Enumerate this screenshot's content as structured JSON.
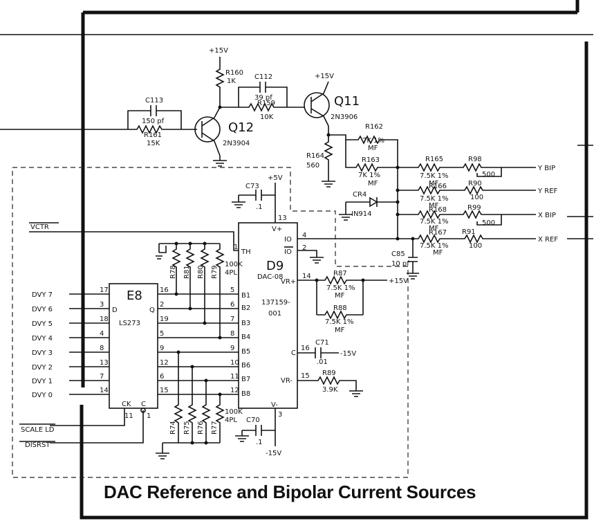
{
  "caption": "DAC Reference and Bipolar Current Sources",
  "supplies": {
    "pos15": "+15V",
    "pos15_alt": "+15V",
    "pos5": "+5V",
    "neg15": "-15V",
    "neg15_alt": "-15V",
    "pos15_vr": "+15V"
  },
  "transistors": {
    "q12": {
      "ref": "Q12",
      "part": "2N3904"
    },
    "q11": {
      "ref": "Q11",
      "part": "2N3906"
    }
  },
  "components": {
    "r160": {
      "ref": "R160",
      "value": "1K"
    },
    "c112": {
      "ref": "C112",
      "value": "39 pf"
    },
    "r159": {
      "ref": "R159",
      "value": "10K"
    },
    "c113": {
      "ref": "C113",
      "value": "150 pf"
    },
    "r161": {
      "ref": "R161",
      "value": "15K"
    },
    "r162": {
      "ref": "R162",
      "value": "7K 1%",
      "type": "MF"
    },
    "r164": {
      "ref": "R164",
      "value": "560"
    },
    "r163": {
      "ref": "R163",
      "value": "7K 1%",
      "type": "MF"
    },
    "r165": {
      "ref": "R165",
      "value": "7.5K 1%",
      "type": "MF"
    },
    "r98": {
      "ref": "R98",
      "value": "500"
    },
    "r166": {
      "ref": "R166",
      "value": "7.5K 1%",
      "type": "MF"
    },
    "r90": {
      "ref": "R90",
      "value": "100"
    },
    "cr4": {
      "ref": "CR4",
      "value": "IN914"
    },
    "r168": {
      "ref": "R168",
      "value": "7.5K 1%",
      "type": "MF"
    },
    "r99": {
      "ref": "R99",
      "value": "500"
    },
    "r167": {
      "ref": "R167",
      "value": "7.5K 1%",
      "type": "MF"
    },
    "r91": {
      "ref": "R91",
      "value": "100"
    },
    "c73": {
      "ref": "C73",
      "value": ".1"
    },
    "c85": {
      "ref": "C85",
      "value": "10 pf"
    },
    "r87": {
      "ref": "R87",
      "value": "7.5K 1%",
      "type": "MF"
    },
    "r88": {
      "ref": "R88",
      "value": "7.5K 1%",
      "type": "MF"
    },
    "c71": {
      "ref": "C71",
      "value": ".01"
    },
    "r89": {
      "ref": "R89",
      "value": "3.9K"
    },
    "c70": {
      "ref": "C70",
      "value": ".1"
    },
    "rpack_top": {
      "refs": [
        "R78",
        "R81",
        "R80",
        "R79"
      ],
      "value": "100K",
      "count": "4PL"
    },
    "rpack_bot": {
      "refs": [
        "R74",
        "R75",
        "R76",
        "R77"
      ],
      "value": "100K",
      "count": "4PL"
    }
  },
  "outputs": {
    "ybip": "Y BIP",
    "yref": "Y REF",
    "xbip": "X BIP",
    "xref": "X REF"
  },
  "signals": {
    "vctr": "VCTR",
    "scale_ld": "SCALE LD",
    "disrst": "DISRST"
  },
  "e8": {
    "ref": "E8",
    "part": "LS273",
    "pin_ck": "CK",
    "pin_c": "C",
    "pin_d": "D",
    "pin_q": "Q",
    "pin_ck_num": "11",
    "pin_c_num": "1"
  },
  "d9": {
    "ref": "D9",
    "part": "DAC-08",
    "number": "137159-",
    "suffix": "001",
    "pins": {
      "vplus": "V+",
      "th": "TH",
      "io": "IO",
      "io_bar": "IO",
      "vrplus": "VR+",
      "c": "C",
      "vrminus": "VR-",
      "vminus": "V-",
      "b1": "B1",
      "b2": "B2",
      "b3": "B3",
      "b4": "B4",
      "b5": "B5",
      "b6": "B6",
      "b7": "B7",
      "b8": "B8"
    }
  },
  "dvy_inputs": [
    {
      "label": "DVY 7",
      "pin_in": "17",
      "pin_out": "16",
      "dac_pin": "5"
    },
    {
      "label": "DVY 6",
      "pin_in": "3",
      "pin_out": "2",
      "dac_pin": "6"
    },
    {
      "label": "DVY 5",
      "pin_in": "18",
      "pin_out": "19",
      "dac_pin": "7"
    },
    {
      "label": "DVY 4",
      "pin_in": "4",
      "pin_out": "5",
      "dac_pin": "8"
    },
    {
      "label": "DVY 3",
      "pin_in": "8",
      "pin_out": "9",
      "dac_pin": "9"
    },
    {
      "label": "DVY 2",
      "pin_in": "13",
      "pin_out": "12",
      "dac_pin": "10"
    },
    {
      "label": "DVY 1",
      "pin_in": "7",
      "pin_out": "6",
      "dac_pin": "11"
    },
    {
      "label": "DVY 0",
      "pin_in": "14",
      "pin_out": "15",
      "dac_pin": "12"
    }
  ],
  "d9_pins": {
    "vplus": "13",
    "th": "1",
    "io": "4",
    "io_bar": "2",
    "vrplus": "14",
    "c": "16",
    "vrminus": "15",
    "vminus": "3"
  }
}
